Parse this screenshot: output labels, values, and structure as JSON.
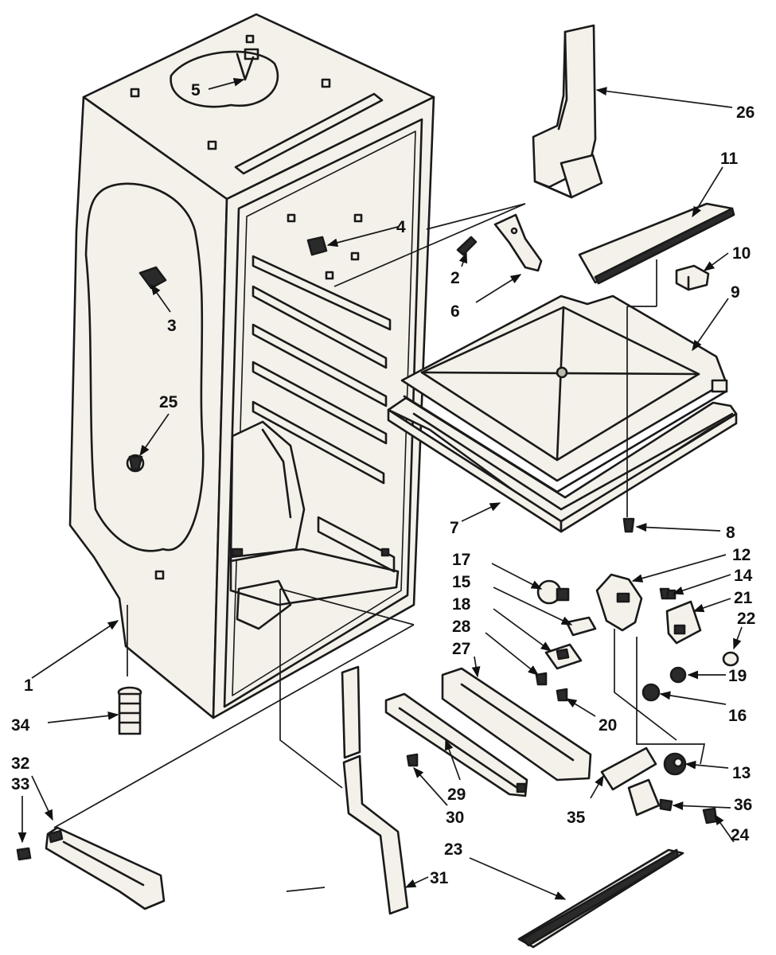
{
  "callouts": {
    "c1": "1",
    "c2": "2",
    "c3": "3",
    "c4": "4",
    "c5": "5",
    "c6": "6",
    "c7": "7",
    "c8": "8",
    "c9": "9",
    "c10": "10",
    "c11": "11",
    "c12": "12",
    "c13": "13",
    "c14": "14",
    "c15": "15",
    "c16": "16",
    "c17": "17",
    "c18": "18",
    "c19": "19",
    "c20": "20",
    "c21": "21",
    "c22": "22",
    "c23": "23",
    "c24": "24",
    "c25": "25",
    "c26": "26",
    "c27": "27",
    "c28": "28",
    "c29": "29",
    "c30": "30",
    "c31": "31",
    "c32": "32",
    "c33": "33",
    "c34": "34",
    "c35": "35",
    "c36": "36"
  },
  "colors": {
    "line": "#1a1a1a",
    "paper": "#ffffff",
    "shade": "#f4f1ea"
  }
}
